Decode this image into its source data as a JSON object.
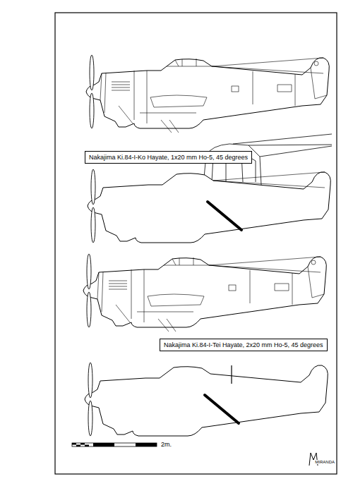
{
  "diagram": {
    "nodes": [
      {
        "text": [
          "Nakajima Ki.84-I-Ko Hayate, 1x20 mm Ho-5, 45 degrees"
        ]
      },
      {
        "text": [
          "Nakajima Ki.84-I-Tei Hayate, 2x20 mm Ho-5, 45 degrees"
        ]
      }
    ],
    "labels": [
      "2m.",
      "MIRANDA"
    ]
  }
}
